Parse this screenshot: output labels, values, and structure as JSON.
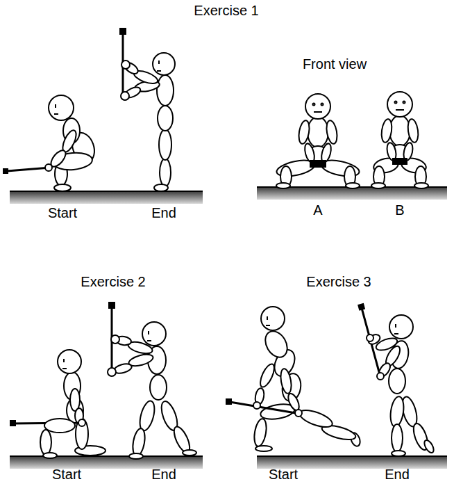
{
  "diagram": {
    "labels": [
      "Exercise 1",
      "Start",
      "End",
      "Front view",
      "A",
      "B",
      "Exercise 2",
      "Start",
      "End",
      "Exercise 3",
      "Start",
      "End"
    ]
  }
}
